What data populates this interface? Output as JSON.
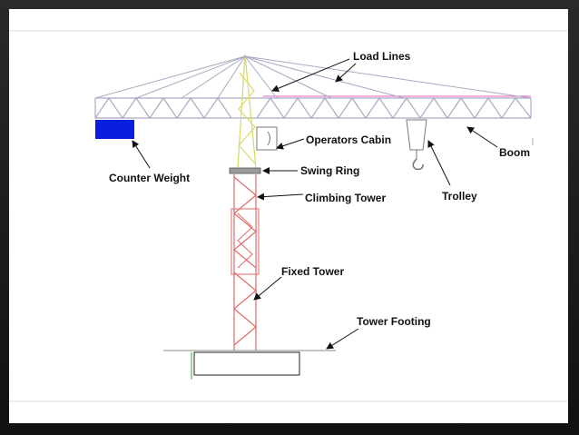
{
  "labels": {
    "load_lines": "Load Lines",
    "operators_cabin": "Operators Cabin",
    "boom": "Boom",
    "counter_weight": "Counter Weight",
    "swing_ring": "Swing Ring",
    "climbing_tower": "Climbing Tower",
    "trolley": "Trolley",
    "fixed_tower": "Fixed Tower",
    "tower_footing": "Tower Footing"
  },
  "colors": {
    "boom_truss": "#a9a9c4",
    "tower_truss": "#e06a6a",
    "mast_top": "#d8d86a",
    "counter_weight": "#0a1ee0",
    "swing_ring": "#9a9a9a",
    "arrow": "#111111"
  }
}
